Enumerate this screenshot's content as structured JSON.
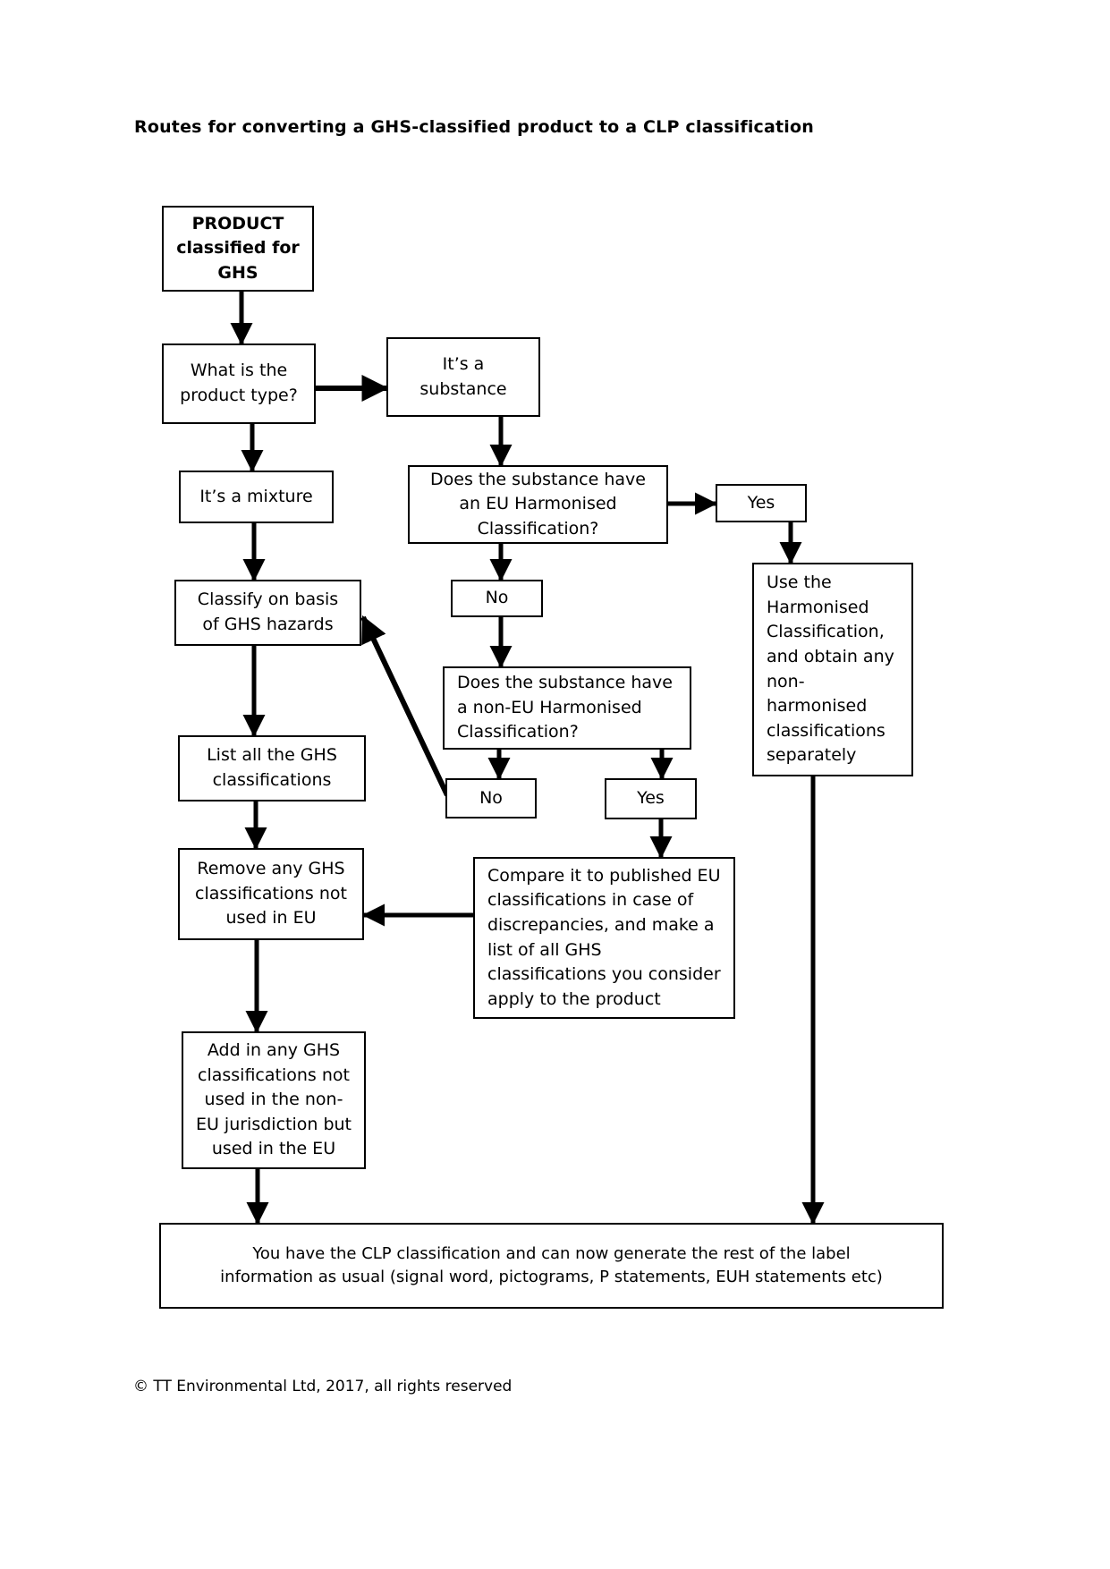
{
  "title": "Routes for converting a GHS-classified product to a CLP classification",
  "footer": "© TT Environmental Ltd, 2017, all rights reserved",
  "colors": {
    "ink": "#000000",
    "paper": "#ffffff"
  },
  "nodes": {
    "product": "PRODUCT\nclassified for\nGHS",
    "product_type": "What is the\nproduct type?",
    "substance": "It’s a\nsubstance",
    "mixture": "It’s a mixture",
    "eu_question": "Does the substance have\nan EU Harmonised\nClassification?",
    "yes_eu": "Yes",
    "no_eu": "No",
    "use_harmonised": "Use the\nHarmonised\nClassification,\nand obtain any\nnon-\nharmonised\nclassifications\nseparately",
    "classify": "Classify on basis\nof GHS hazards",
    "non_eu_question": "Does the substance have\na non-EU Harmonised\nClassification?",
    "list": "List all the GHS\nclassifications",
    "no_non_eu": "No",
    "yes_non_eu": "Yes",
    "remove": "Remove any GHS\nclassifications not\nused in EU",
    "compare": "Compare it to published EU\nclassifications in case of\ndiscrepancies, and make a\nlist of all GHS\nclassifications you consider\napply to the product",
    "add": "Add in any GHS\nclassifications not\nused in the non-\nEU jurisdiction but\nused in the EU",
    "result": "You have the CLP classification and can now generate the rest of the label\ninformation as usual (signal word, pictograms, P statements, EUH statements etc)"
  }
}
